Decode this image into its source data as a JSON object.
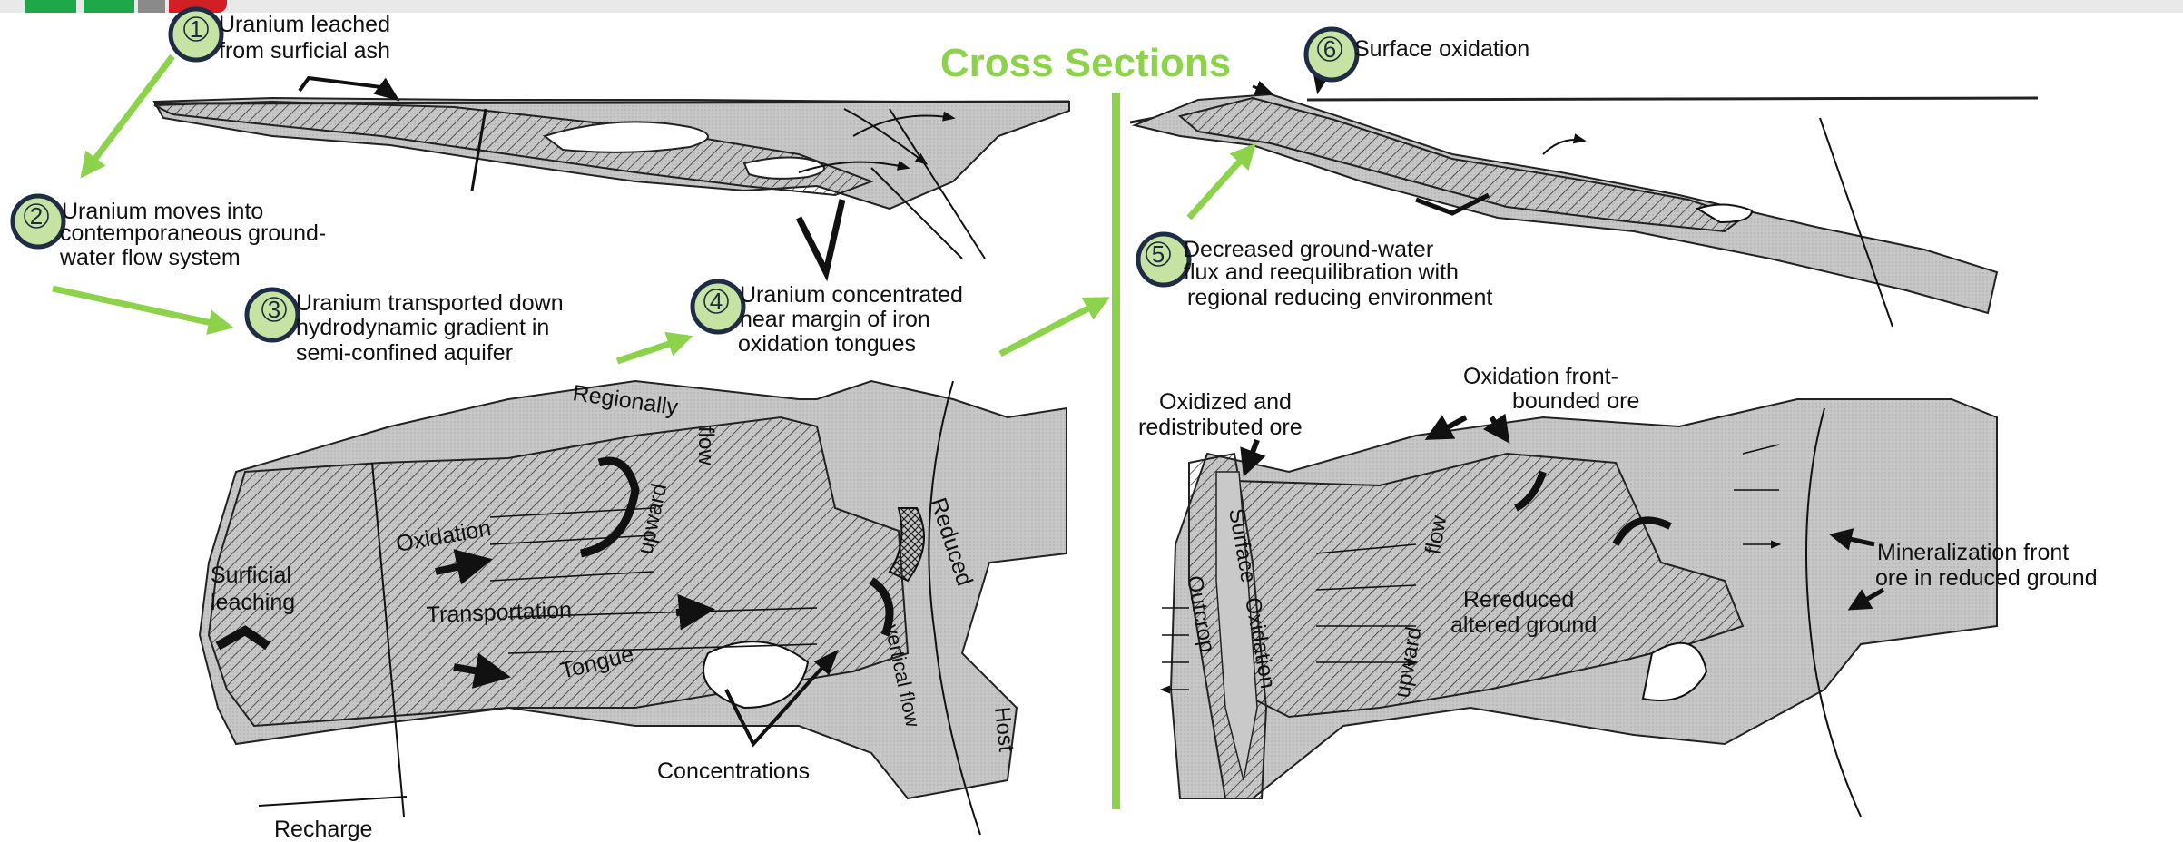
{
  "colors": {
    "accent_green": "#8cd34b",
    "badge_fill": "#c6e3a4",
    "badge_ring": "#1f2d44",
    "shade": "#c9c9c9",
    "ink": "#111111",
    "brand_green": "#1fa84a",
    "brand_gray": "#8a8a8a",
    "brand_red": "#d21f26"
  },
  "title": "Cross Sections",
  "steps": [
    {
      "num": "1",
      "lines": [
        "Uranium leached",
        "from surficial ash"
      ]
    },
    {
      "num": "2",
      "lines": [
        "Uranium moves into",
        "contemporaneous ground-",
        "water flow system"
      ]
    },
    {
      "num": "3",
      "lines": [
        "Uranium transported down",
        "hydrodynamic gradient in",
        "semi-confined aquifer"
      ]
    },
    {
      "num": "4",
      "lines": [
        "Uranium concentrated",
        "near margin of iron",
        "oxidation tongues"
      ]
    },
    {
      "num": "5",
      "lines": [
        "Decreased ground-water",
        "flux and reequilibration with",
        "regional reducing environment"
      ]
    },
    {
      "num": "6",
      "lines": [
        "Surface oxidation"
      ]
    }
  ],
  "left_diagram": {
    "regionally": "Regionally",
    "upward": "upward",
    "flow": "flow",
    "oxidation": "Oxidation",
    "surficial": "Surficial",
    "leaching": "leaching",
    "transportation": "Transportation",
    "tongue": "Tongue",
    "reduced": "Reduced",
    "vertical_flow": "vertical flow",
    "host": "Host",
    "concentrations": "Concentrations",
    "recharge": "Recharge"
  },
  "right_diagram": {
    "oxidized_1": "Oxidized and",
    "oxidized_2": "redistributed ore",
    "front_1": "Oxidation front-",
    "front_2": "bounded ore",
    "surface": "Surface",
    "outcrop": "Outcrop",
    "oxidation": "Oxidation",
    "upward": "upward",
    "flow": "flow",
    "rereduced_1": "Rereduced",
    "rereduced_2": "altered ground",
    "mineralization_1": "Mineralization front",
    "mineralization_2": "ore in reduced ground"
  }
}
